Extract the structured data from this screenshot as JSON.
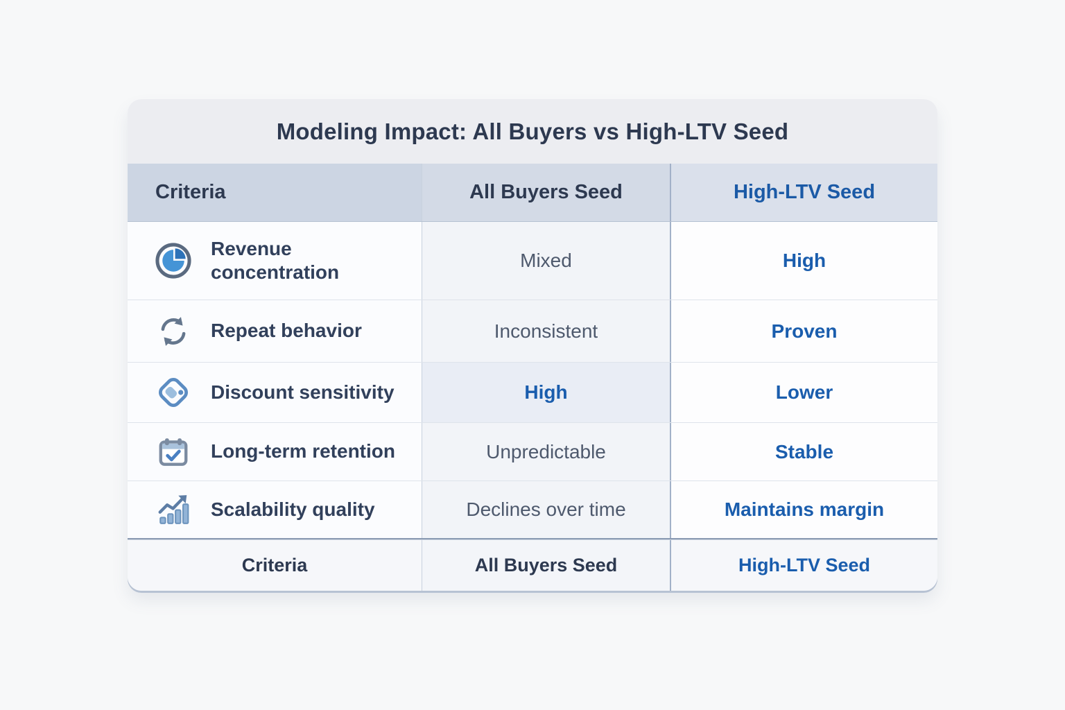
{
  "colors": {
    "page_background": "#f7f8f9",
    "card_background": "#ffffff",
    "title_band": "#ecedf1",
    "header_background": "#ccd5e3",
    "dark_navy_text": "#2d3950",
    "gray_value_text": "#4e596d",
    "accent_blue": "#1a5dad",
    "highlight_cell": "#e9edf5",
    "column_divider": "#a2b1c8",
    "row_divider": "#dee3eb",
    "icon_slate": "#5a6a80",
    "icon_blue": "#4594d6"
  },
  "chart_data": {
    "type": "table",
    "title": "Modeling Impact: All Buyers vs High-LTV Seed",
    "columns": [
      "Criteria",
      "All Buyers Seed",
      "High-LTV Seed"
    ],
    "rows": [
      {
        "icon": "pie-chart-icon",
        "cells": [
          "Revenue concentration",
          "Mixed",
          "High"
        ]
      },
      {
        "icon": "refresh-icon",
        "cells": [
          "Repeat behavior",
          "Inconsistent",
          "Proven"
        ]
      },
      {
        "icon": "tag-icon",
        "cells": [
          "Discount sensitivity",
          "High",
          "Lower"
        ],
        "highlight": "all_buyers"
      },
      {
        "icon": "calendar-check-icon",
        "cells": [
          "Long-term retention",
          "Unpredictable",
          "Stable"
        ]
      },
      {
        "icon": "bar-chart-up-icon",
        "cells": [
          "Scalability quality",
          "Declines over time",
          "Maintains margin"
        ]
      }
    ],
    "footer": [
      "Criteria",
      "All Buyers Seed",
      "High-LTV Seed"
    ],
    "legend_position": "none",
    "grid": true
  }
}
